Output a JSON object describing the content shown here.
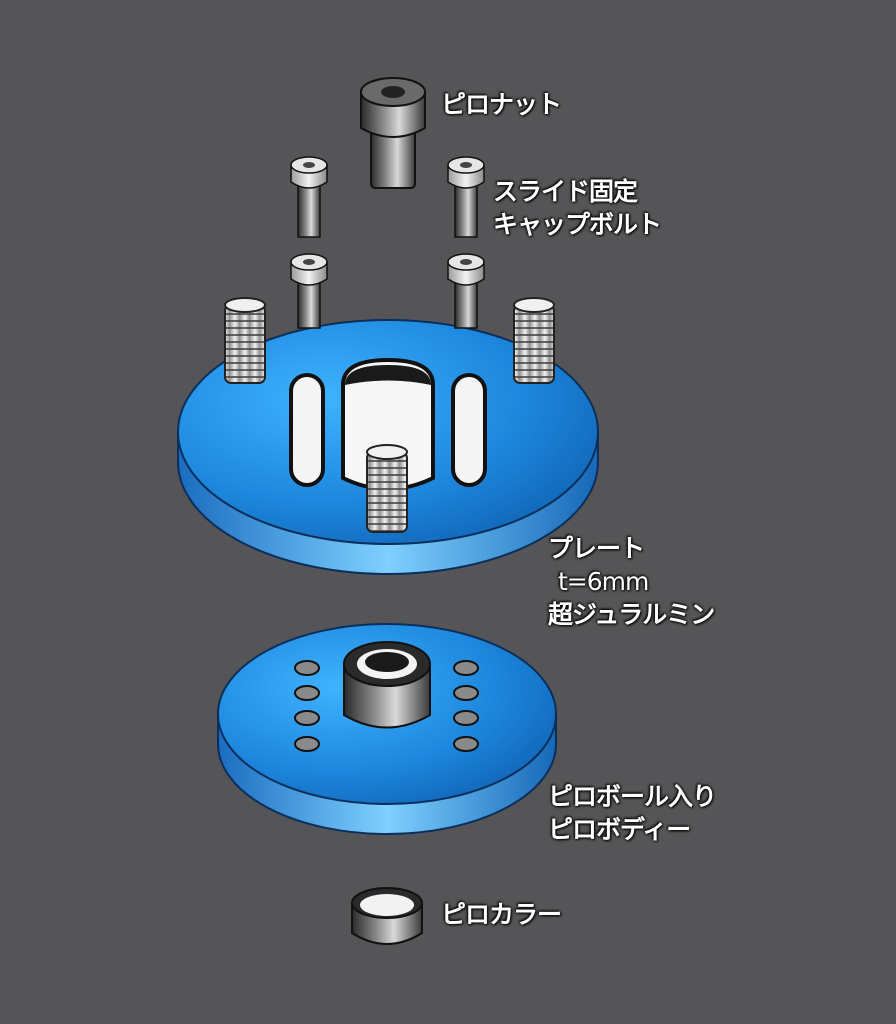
{
  "labels": {
    "pillow_nut": "ピロナット",
    "bolt_line1": "スライド固定",
    "bolt_line2": "キャップボルト",
    "plate_line1": "プレート",
    "plate_line2": "t=6mm",
    "plate_line3": "超ジュラルミン",
    "body_line1": "ピロボール入り",
    "body_line2": "ピロボディー",
    "collar": "ピロカラー"
  },
  "colors": {
    "background": "#555557",
    "plate_blue": "#1e7fd0",
    "plate_blue_light": "#2aa0ee",
    "metal_dark": "#3a3a3a",
    "metal_light": "#d8d8d8",
    "text": "#ffffff"
  }
}
